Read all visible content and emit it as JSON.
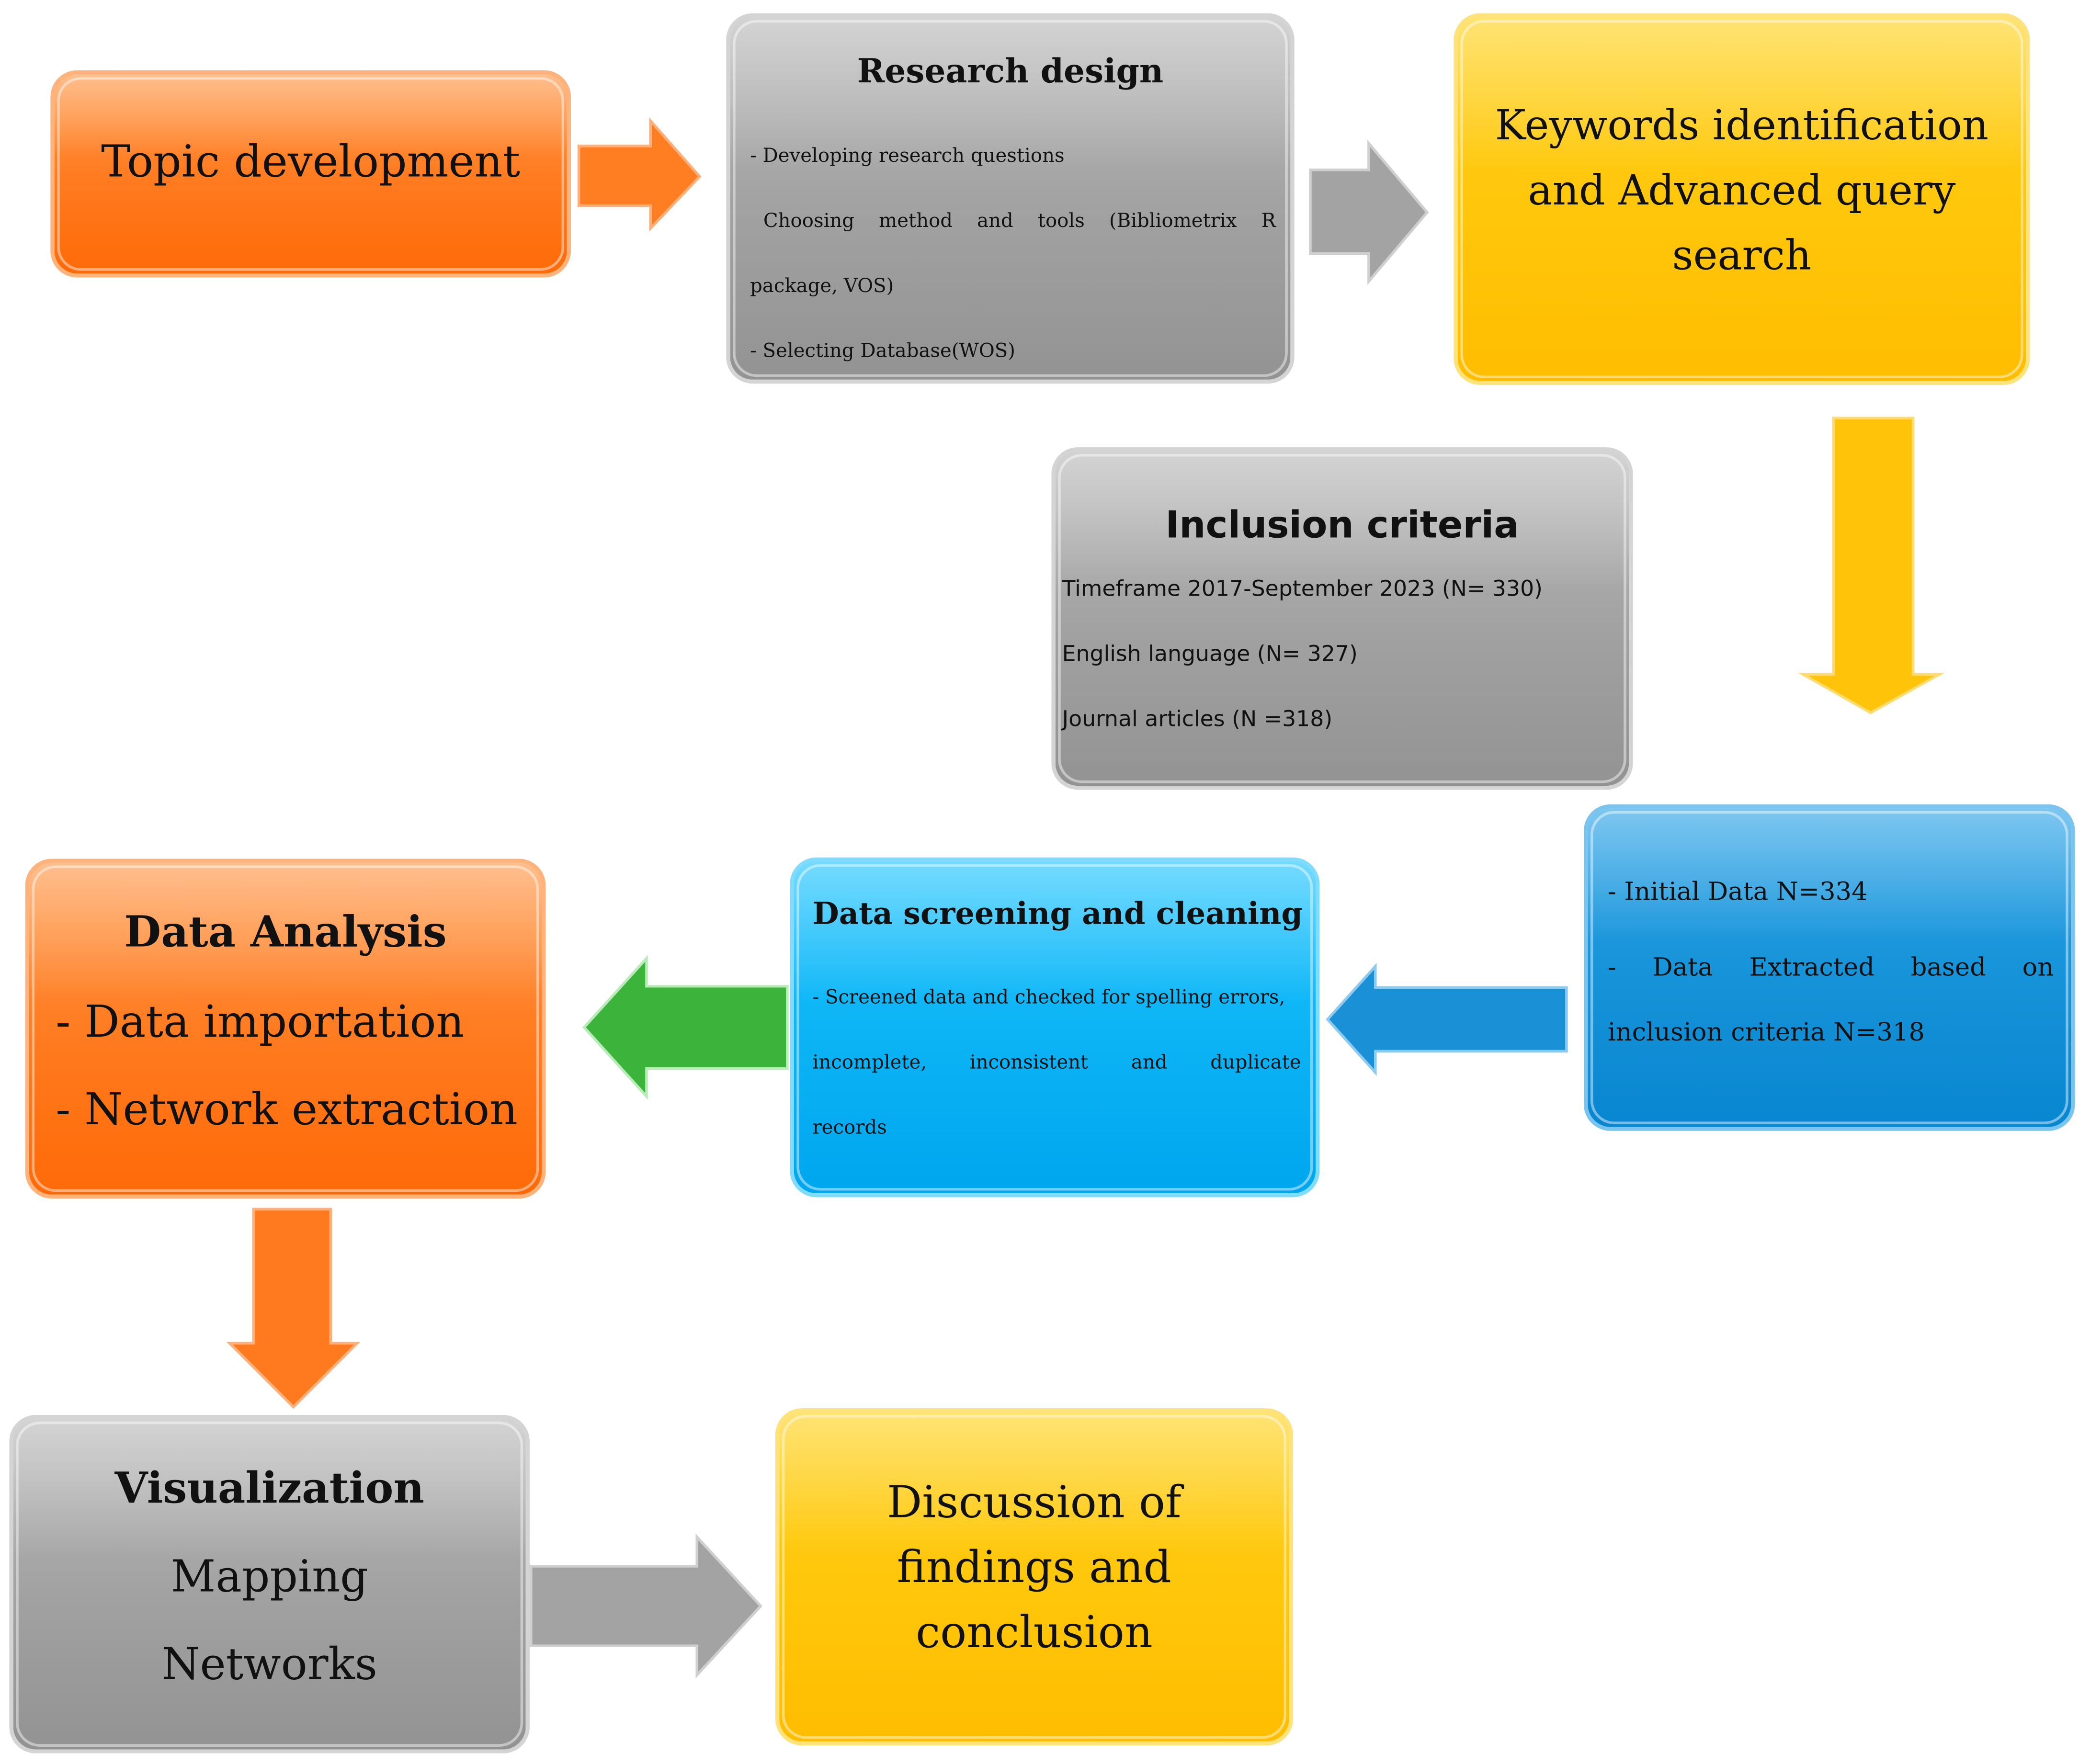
{
  "colors": {
    "orange": "#ff7a1e",
    "gray": "#a1a1a1",
    "gold": "#ffc60a",
    "cyan": "#0bb3f5",
    "blue": "#1592d8",
    "green": "#3cb43c"
  },
  "boxes": {
    "topic_development": {
      "title": "Topic development"
    },
    "research_design": {
      "title": "Research design",
      "items": [
        "- Developing research questions",
        "Choosing method and tools (Bibliometrix R",
        "package, VOS)",
        "- Selecting Database(WOS)"
      ]
    },
    "keywords": {
      "lines": [
        "Keywords identification",
        "and Advanced query",
        "search"
      ]
    },
    "inclusion_criteria": {
      "title": "Inclusion criteria",
      "items": [
        "Timeframe 2017-September 2023 (N= 330)",
        "English language (N= 327)",
        "Journal articles (N =318)"
      ]
    },
    "initial_data": {
      "lines": [
        "- Initial Data N=334",
        "- Data Extracted based on",
        "inclusion criteria N=318"
      ]
    },
    "data_screening": {
      "title": "Data screening and cleaning",
      "lines": [
        "- Screened data and checked for spelling errors,",
        "incomplete, inconsistent and duplicate",
        "records"
      ]
    },
    "data_analysis": {
      "title": "Data Analysis",
      "items": [
        "- Data importation",
        "- Network extraction"
      ]
    },
    "visualization": {
      "title": "Visualization",
      "items": [
        "Mapping",
        "Networks"
      ]
    },
    "discussion": {
      "lines": [
        "Discussion of",
        "findings and",
        "conclusion"
      ]
    }
  }
}
